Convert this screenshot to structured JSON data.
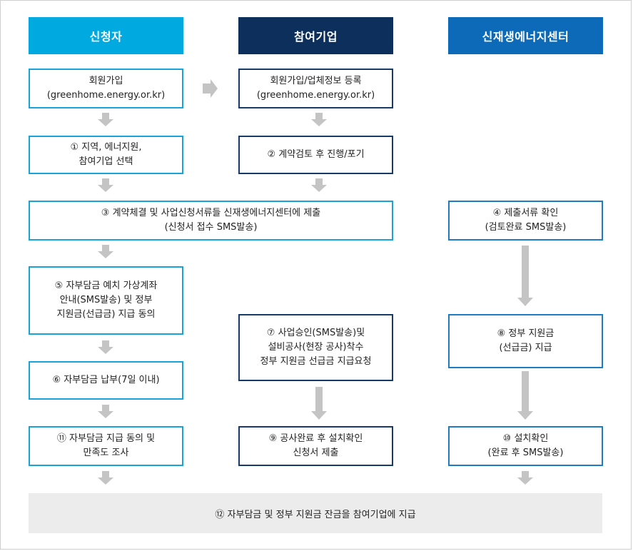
{
  "headers": {
    "applicant": "신청자",
    "company": "참여기업",
    "center": "신재생에너지센터"
  },
  "colors": {
    "applicant": "#00a9e0",
    "company": "#0d2f5c",
    "center": "#0d6ab8",
    "arrow": "#c4c4c4"
  },
  "steps": {
    "signup": "회원가입\n(greenhome.energy.or.kr)",
    "company_signup": "회원가입/업체정보 등록\n(greenhome.energy.or.kr)",
    "s1": "① 지역, 에너지원,\n참여기업 선택",
    "s2": "② 계약검토 후 진행/포기",
    "s3": "③ 계약체결 및 사업신청서류들 신재생에너지센터에 제출\n(신청서 접수 SMS발송)",
    "s4": "④ 제출서류 확인\n(검토완료 SMS발송)",
    "s5": "⑤ 자부담금 예치 가상계좌\n안내(SMS발송) 및 정부\n지원금(선급금) 지급 동의",
    "s6": "⑥ 자부담금 납부(7일 이내)",
    "s7": "⑦ 사업승인(SMS발송)및\n설비공사(현장 공사)착수\n정부 지원금 선급금 지급요청",
    "s8": "⑧ 정부 지원금\n(선급금) 지급",
    "s9": "⑨ 공사완료 후 설치확인\n신청서 제출",
    "s10": "⑩ 설치확인\n(완료 후 SMS발송)",
    "s11": "⑪ 자부담금 지급 동의 및\n만족도 조사",
    "s12": "⑫ 자부담금 및 정부 지원금 잔금을 참여기업에 지급"
  }
}
